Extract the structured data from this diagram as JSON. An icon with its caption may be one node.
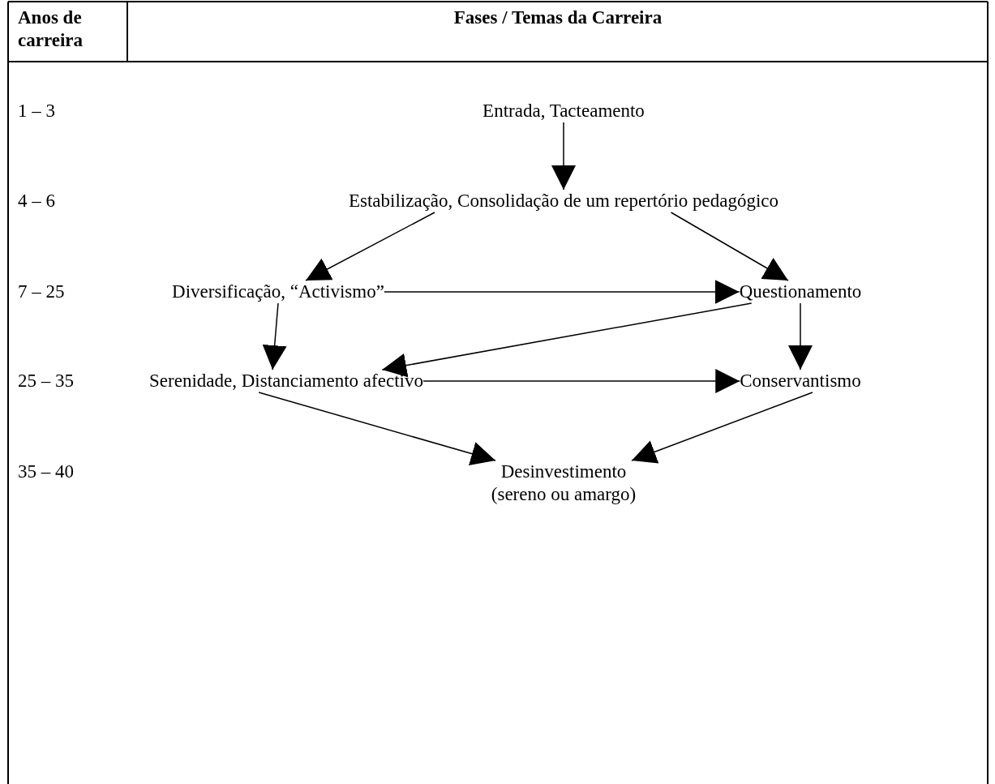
{
  "diagram": {
    "nodes": [
      {
        "text": [
          "Entrada, Tacteamento"
        ]
      },
      {
        "text": [
          "Estabilização, Consolidação de um repertório pedagógico"
        ]
      },
      {
        "text": [
          "Diversificação, “Activismo”"
        ]
      },
      {
        "text": [
          "Questionamento"
        ]
      },
      {
        "text": [
          "Serenidade, Distanciamento afectivo"
        ]
      },
      {
        "text": [
          "Conservantismo"
        ]
      },
      {
        "text": [
          "Desinvestimento (sereno ou amargo)"
        ]
      }
    ],
    "edges": [
      {
        "from": 0,
        "to": 1,
        "arrow": "to"
      },
      {
        "from": 1,
        "to": 2,
        "arrow": "to"
      },
      {
        "from": 1,
        "to": 3,
        "arrow": "to"
      },
      {
        "from": 2,
        "to": 3,
        "arrow": "to"
      },
      {
        "from": 2,
        "to": 4,
        "arrow": "to"
      },
      {
        "from": 3,
        "to": 4,
        "arrow": "to"
      },
      {
        "from": 3,
        "to": 5,
        "arrow": "to"
      },
      {
        "from": 4,
        "to": 5,
        "arrow": "to"
      },
      {
        "from": 4,
        "to": 6,
        "arrow": "to"
      },
      {
        "from": 5,
        "to": 6,
        "arrow": "to"
      }
    ],
    "labels": [
      "Anos de carreira",
      "Fases / Temas da Carreira",
      "1 – 3",
      "4 – 6",
      "7 – 25",
      "25 – 35",
      "35 – 40"
    ]
  }
}
